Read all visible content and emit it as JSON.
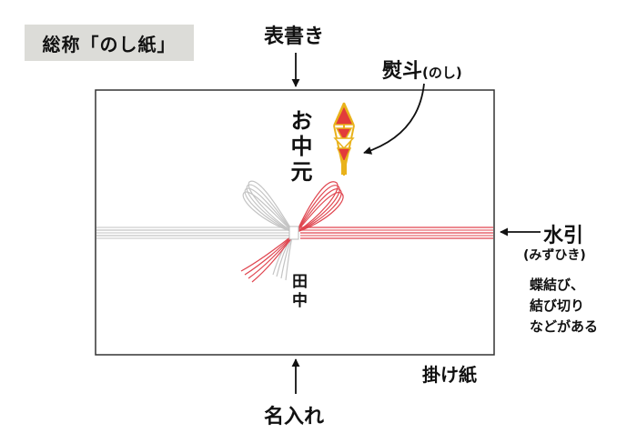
{
  "title": "総称「のし紙」",
  "labels": {
    "omotegaki": "表書き",
    "noshi": "熨斗",
    "noshi_reading": "(のし)",
    "mizuhiki": "水引",
    "mizuhiki_reading": "(みずひき)",
    "mizuhiki_note": [
      "蝶結び、",
      "結び切り",
      "などがある"
    ],
    "kakegami": "掛け紙",
    "naire": "名入れ"
  },
  "paper_text": {
    "omotegaki": "お中元",
    "name": "田中"
  },
  "colors": {
    "title_bg": "#dcdcd8",
    "mizuhiki_red": "#e0454f",
    "mizuhiki_white": "#c8c8c8",
    "noshi_red": "#e23b3b",
    "noshi_gold": "#e9b21b",
    "text": "#111111"
  },
  "icons": [
    "arrow-down-icon",
    "arrow-up-icon",
    "arrow-left-icon",
    "curved-arrow-icon",
    "noshi-ornament-icon",
    "mizuhiki-bow-icon"
  ]
}
